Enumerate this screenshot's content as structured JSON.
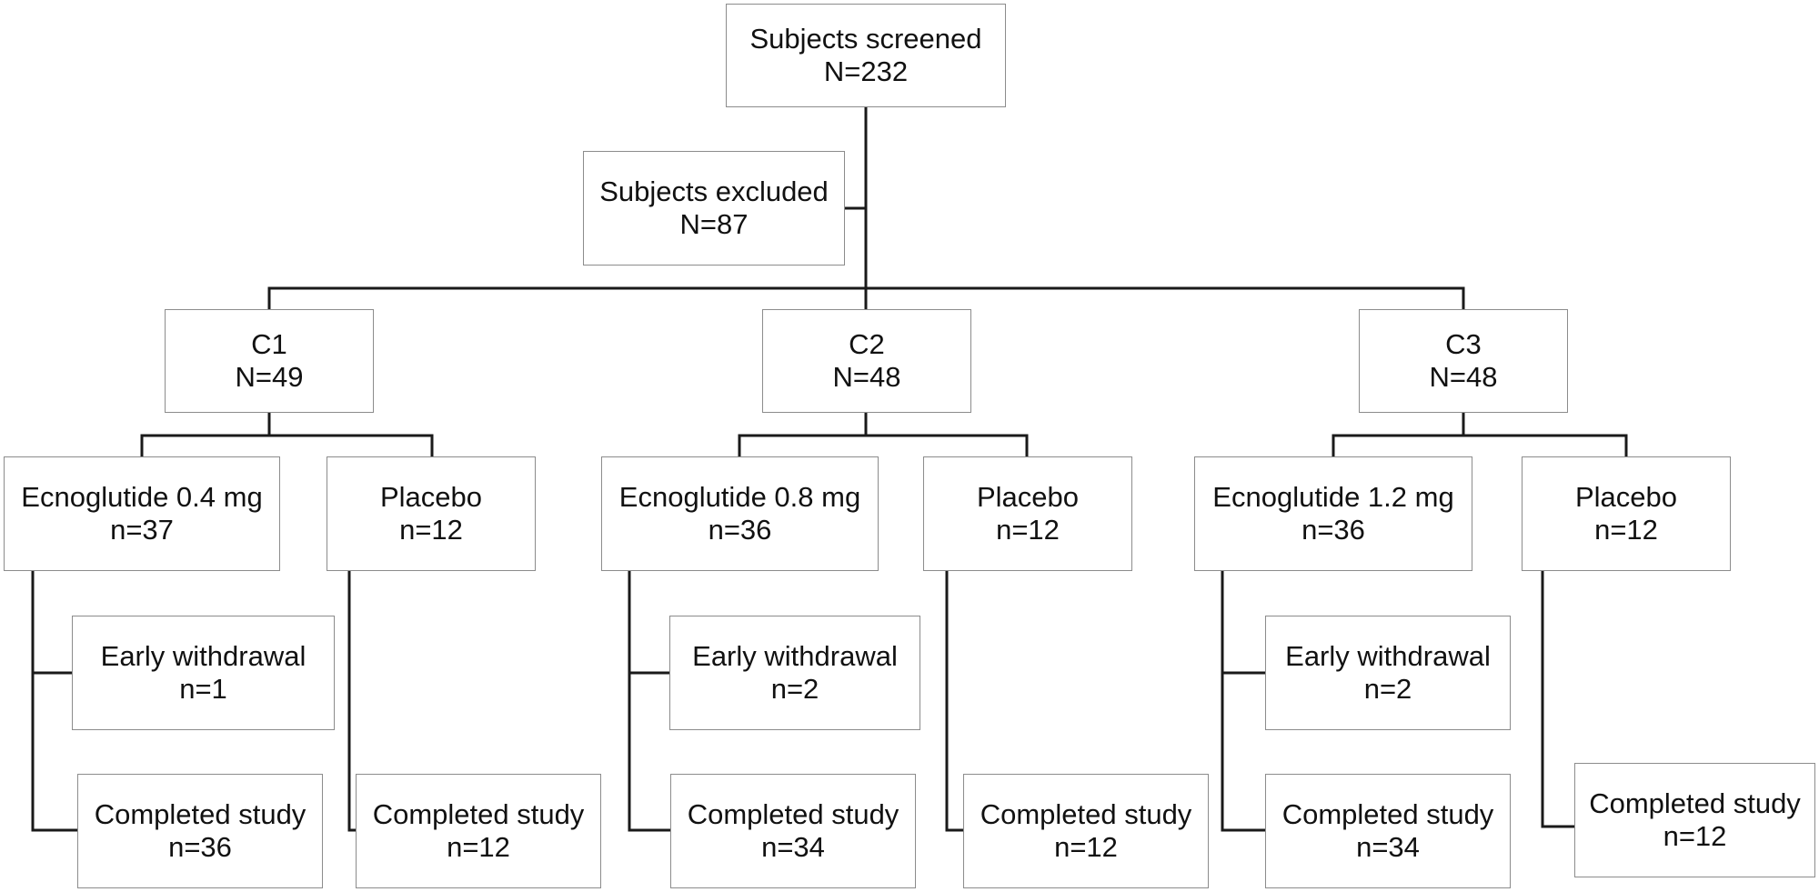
{
  "colors": {
    "line": "#1a1a1a",
    "box_border": "#8c8c8c",
    "text": "#111111",
    "background": "#ffffff"
  },
  "screened": {
    "title": "Subjects screened",
    "count": "N=232"
  },
  "excluded": {
    "title": "Subjects excluded",
    "count": "N=87"
  },
  "cohorts": [
    {
      "name": "C1",
      "count": "N=49",
      "active": {
        "title": "Ecnoglutide 0.4 mg",
        "count": "n=37"
      },
      "placebo": {
        "title": "Placebo",
        "count": "n=12"
      },
      "withdrawal": {
        "title": "Early withdrawal",
        "count": "n=1"
      },
      "completed_active": {
        "title": "Completed study",
        "count": "n=36"
      },
      "completed_placebo": {
        "title": "Completed study",
        "count": "n=12"
      }
    },
    {
      "name": "C2",
      "count": "N=48",
      "active": {
        "title": "Ecnoglutide 0.8 mg",
        "count": "n=36"
      },
      "placebo": {
        "title": "Placebo",
        "count": "n=12"
      },
      "withdrawal": {
        "title": "Early withdrawal",
        "count": "n=2"
      },
      "completed_active": {
        "title": "Completed study",
        "count": "n=34"
      },
      "completed_placebo": {
        "title": "Completed study",
        "count": "n=12"
      }
    },
    {
      "name": "C3",
      "count": "N=48",
      "active": {
        "title": "Ecnoglutide 1.2 mg",
        "count": "n=36"
      },
      "placebo": {
        "title": "Placebo",
        "count": "n=12"
      },
      "withdrawal": {
        "title": "Early withdrawal",
        "count": "n=2"
      },
      "completed_active": {
        "title": "Completed study",
        "count": "n=34"
      },
      "completed_placebo": {
        "title": "Completed study",
        "count": "n=12"
      }
    }
  ]
}
